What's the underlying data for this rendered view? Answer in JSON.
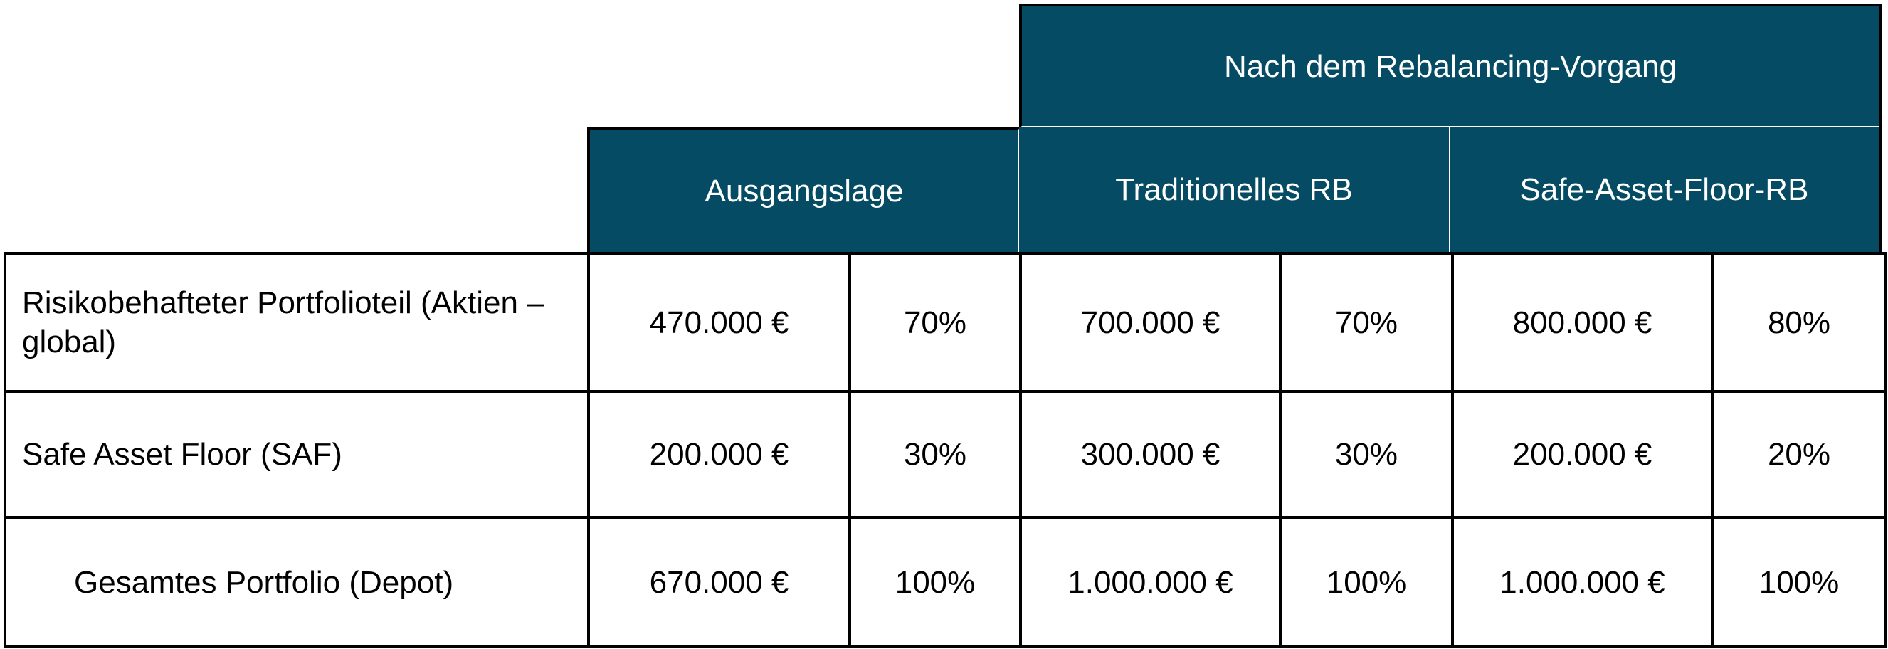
{
  "header": {
    "group_after": "Nach dem Rebalancing-Vorgang",
    "col_start": "Ausgangslage",
    "col_traditional": "Traditionelles RB",
    "col_saf": "Safe-Asset-Floor-RB"
  },
  "rows": [
    {
      "label": "Risikobehafteter Portfolioteil (Aktien – global)",
      "start_value": "470.000 €",
      "start_pct": "70%",
      "trad_value": "700.000 €",
      "trad_pct": "70%",
      "saf_value": "800.000 €",
      "saf_pct": "80%"
    },
    {
      "label": "Safe Asset Floor (SAF)",
      "start_value": "200.000 €",
      "start_pct": "30%",
      "trad_value": "300.000 €",
      "trad_pct": "30%",
      "saf_value": "200.000 €",
      "saf_pct": "20%"
    },
    {
      "label": "Gesamtes Portfolio (Depot)",
      "start_value": "670.000 €",
      "start_pct": "100%",
      "trad_value": "1.000.000 €",
      "trad_pct": "100%",
      "saf_value": "1.000.000 €",
      "saf_pct": "100%"
    }
  ],
  "colors": {
    "header_bg": "#054b63"
  }
}
